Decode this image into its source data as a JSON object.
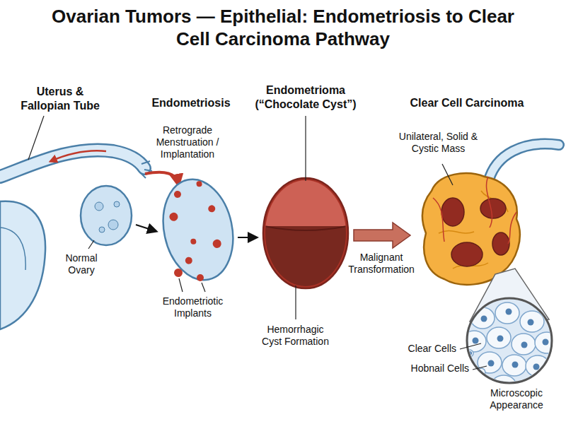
{
  "diagram": {
    "title": "Ovarian Tumors — Epithelial: Endometriosis to Clear Cell Carcinoma Pathway",
    "labels": [
      "Uterus & Fallopian Tube",
      "Endometriosis",
      "Endometrioma (“Chocolate Cyst”)",
      "Clear Cell Carcinoma",
      "Retrograde Menstruation / Implantation",
      "Unilateral, Solid & Cystic Mass",
      "Normal Ovary",
      "Malignant Transformation",
      "Endometriotic Implants",
      "Hemorrhagic Cyst Formation",
      "Clear Cells",
      "Hobnail Cells",
      "Microscopic Appearance"
    ]
  }
}
